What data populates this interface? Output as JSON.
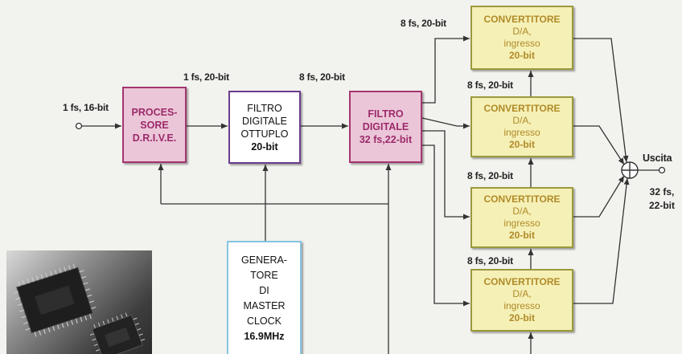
{
  "diagram": {
    "input_label": "1 fs, 16-bit",
    "processore": {
      "lines": [
        "PROCES-",
        "SORE",
        "D.R.I.V.E."
      ]
    },
    "label_after_processore": "1 fs, 20-bit",
    "filtro_ottuplo": {
      "lines": [
        "FILTRO",
        "DIGITALE",
        "OTTUPLO",
        "20-bit"
      ]
    },
    "label_after_ottuplo": "8 fs, 20-bit",
    "filtro_32fs": {
      "lines": [
        "FILTRO",
        "DIGITALE",
        "32 fs,22-bit"
      ]
    },
    "converters": [
      {
        "lines": [
          "CONVERTITORE",
          "D/A,",
          "ingresso",
          "20-bit"
        ]
      },
      {
        "lines": [
          "CONVERTITORE",
          "D/A,",
          "ingresso",
          "20-bit"
        ]
      },
      {
        "lines": [
          "CONVERTITORE",
          "D/A,",
          "ingresso",
          "20-bit"
        ]
      },
      {
        "lines": [
          "CONVERTITORE",
          "D/A,",
          "ingresso",
          "20-bit"
        ]
      }
    ],
    "converter_labels": [
      "8 fs, 20-bit",
      "8 fs, 20-bit",
      "8 fs, 20-bit",
      "8 fs, 20-bit"
    ],
    "output": {
      "label": "Uscita",
      "format_lines": [
        "32 fs,",
        "22-bit"
      ]
    },
    "clock_generator": {
      "lines": [
        "GENERA-",
        "TORE",
        "DI",
        "MASTER",
        "CLOCK",
        "16.9MHz"
      ]
    }
  },
  "icons": [
    "input-terminal-icon",
    "summing-junction-icon",
    "output-terminal-icon",
    "arrow-head-icon"
  ],
  "colors": {
    "bg": "#f2f2ef",
    "dsp-fill": "#ebc6d8",
    "dsp-border": "#a3356f",
    "dsp-text": "#9c2a6a",
    "filter-border": "#6a3c8e",
    "dac-fill": "#f5f0b6",
    "dac-border": "#9b9a3c",
    "dac-text": "#b08a28",
    "clock-border": "#86c4df",
    "wire": "#333333"
  }
}
